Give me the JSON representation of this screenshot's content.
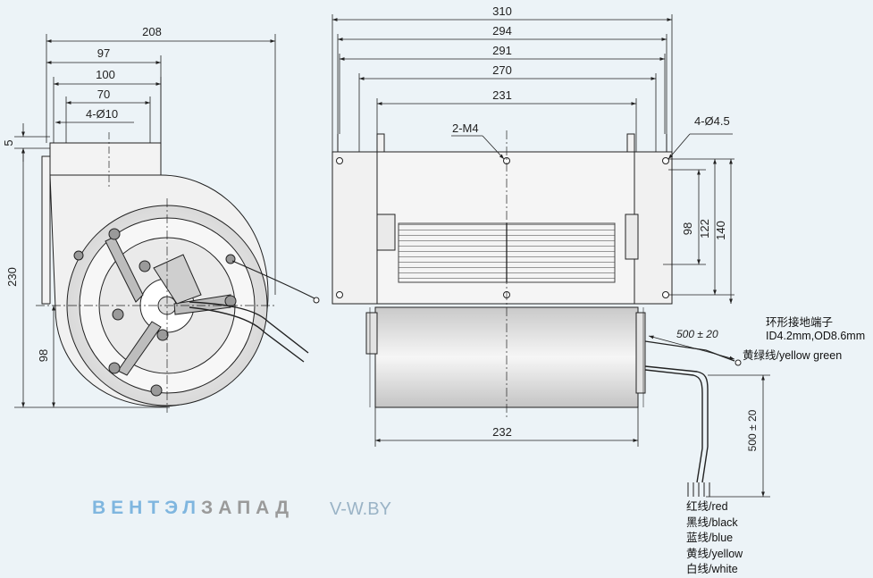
{
  "watermark": {
    "brand_part1": "ВЕНТЭЛ",
    "brand_part2": "ЗАПАД",
    "site": "V-W.BY"
  },
  "left_view": {
    "dims": {
      "d208": "208",
      "d97": "97",
      "d100": "100",
      "d70": "70",
      "holes": "4-Ø10",
      "d5": "5",
      "d230": "230",
      "d98": "98"
    }
  },
  "front_view": {
    "dims": {
      "d310": "310",
      "d294": "294",
      "d291": "291",
      "d270": "270",
      "d231": "231",
      "m4": "2-M4",
      "holes45": "4-Ø4.5",
      "d98": "98",
      "d122": "122",
      "d140": "140",
      "d232": "232",
      "lead1": "500 ± 20",
      "lead2": "500 ± 20"
    }
  },
  "annotations": {
    "terminal_line1": "环形接地端子",
    "terminal_line2": "ID4.2mm,OD8.6mm",
    "yellow_green": "黄绿线/yellow green",
    "wires": [
      "红线/red",
      "黑线/black",
      "蓝线/blue",
      "黄线/yellow",
      "白线/white"
    ]
  }
}
